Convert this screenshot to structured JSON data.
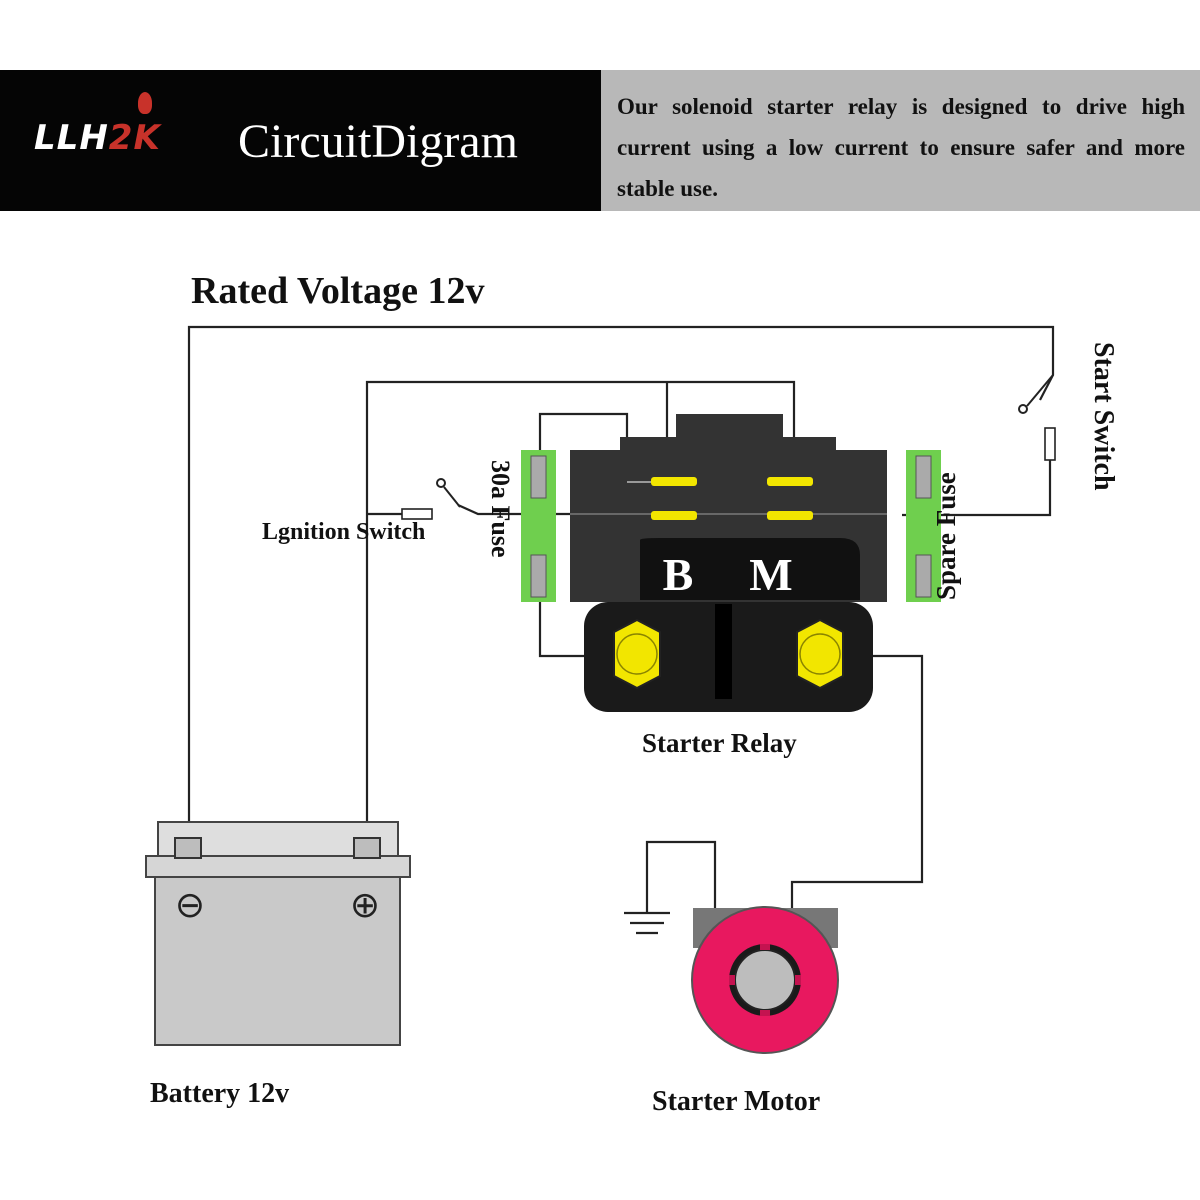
{
  "brand": {
    "logo_text": "LLH",
    "logo_accent": "2K",
    "title": "CircuitDigram",
    "description": "Our solenoid starter relay is designed to drive high current using a low current to ensure safer and more stable use."
  },
  "labels": {
    "rated_voltage": "Rated Voltage 12v",
    "ignition_switch": "Lgnition Switch",
    "start_switch": "Start Switch",
    "fuse_30a": "30a Fuse",
    "spare_fuse": "Spare Fuse",
    "terminal_b": "B",
    "terminal_m": "M",
    "starter_relay": "Starter Relay",
    "battery": "Battery 12v",
    "starter_motor": "Starter Motor",
    "battery_negative": "⊖",
    "battery_positive": "⊕"
  },
  "colors": {
    "banner_dark": "#050505",
    "banner_light": "#b8b8b8",
    "logo_accent": "#c8322a",
    "fuse_green": "#6fcf4e",
    "terminal_yellow": "#f2e600",
    "motor_pink": "#e8185f",
    "relay_body": "#333333",
    "battery_gray": "#c9c9c9"
  }
}
